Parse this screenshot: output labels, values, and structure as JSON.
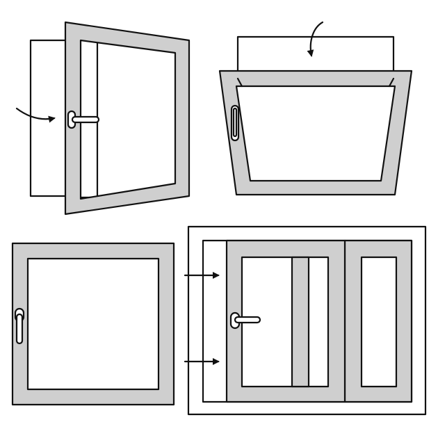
{
  "diagram": {
    "panels": [
      {
        "id": "turn-open",
        "icon": "window-turn-open-icon"
      },
      {
        "id": "tilt-open",
        "icon": "window-tilt-open-icon"
      },
      {
        "id": "fixed-closed",
        "icon": "window-fixed-closed-icon"
      },
      {
        "id": "sliding",
        "icon": "window-sliding-icon"
      }
    ],
    "colors": {
      "frame_fill": "#cfcfcf",
      "stroke": "#111111",
      "glass": "#ffffff",
      "background": "#ffffff"
    }
  }
}
